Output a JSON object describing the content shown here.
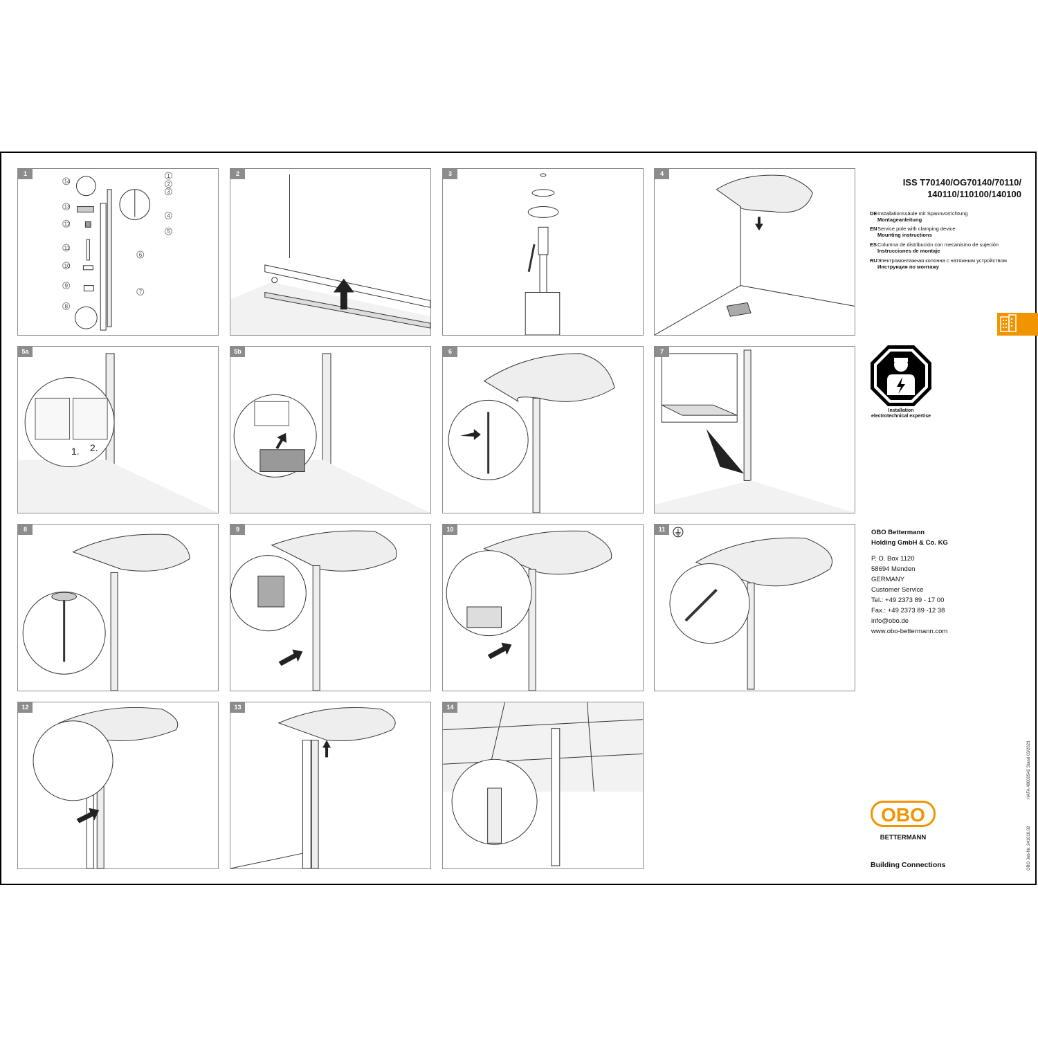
{
  "document": {
    "title_line1": "ISS T70140/OG70140/70110/",
    "title_line2": "140110/110100/140100",
    "languages": [
      {
        "code": "DE",
        "desc": "Installationssäule mit Spannvorrichtung",
        "label": "Montageanleitung"
      },
      {
        "code": "EN",
        "desc": "Service pole with clamping device",
        "label": "Mounting instructions"
      },
      {
        "code": "ES",
        "desc": "Columna de distribución con mecanismo de sujeción",
        "label": "Instrucciones de montaje"
      },
      {
        "code": "RU",
        "desc": "Электромонтажная колонна с натяжным устройством",
        "label": "Инструкция по монтажу"
      }
    ],
    "warning_text_line1": "Installation",
    "warning_text_line2": "electrotechnical expertise",
    "address": {
      "company_line1": "OBO Bettermann",
      "company_line2": "Holding GmbH & Co. KG",
      "po_box": "P. O. Box 1120",
      "city": "58694 Menden",
      "country": "GERMANY",
      "service": "Customer Service",
      "tel": "Tel.: +49 2373 89 - 17 00",
      "fax": "Fax.: +49 2373 89 -12 38",
      "email": "info@obo.de",
      "web": "www.obo-bettermann.com"
    },
    "logo_top": "OBO",
    "logo_bottom": "BETTERMANN",
    "tagline": "Building Connections",
    "side_text_1": "HAFA 49600542 Stand 03/2023",
    "side_text_2": "OBO Job-Nr. 241010.02",
    "accent_color": "#f29400",
    "step_labels": [
      "1",
      "2",
      "3",
      "4",
      "5a",
      "5b",
      "6",
      "7",
      "8",
      "9",
      "10",
      "11",
      "12",
      "13",
      "14"
    ],
    "callouts_step1": [
      "1",
      "2",
      "3",
      "4",
      "5",
      "6",
      "7",
      "8",
      "9",
      "10",
      "11",
      "12",
      "13",
      "14"
    ],
    "step5a_sublabels": [
      "1.",
      "2."
    ],
    "icons": [
      "ground-icon",
      "electrician-warning-icon",
      "building-icon"
    ]
  }
}
